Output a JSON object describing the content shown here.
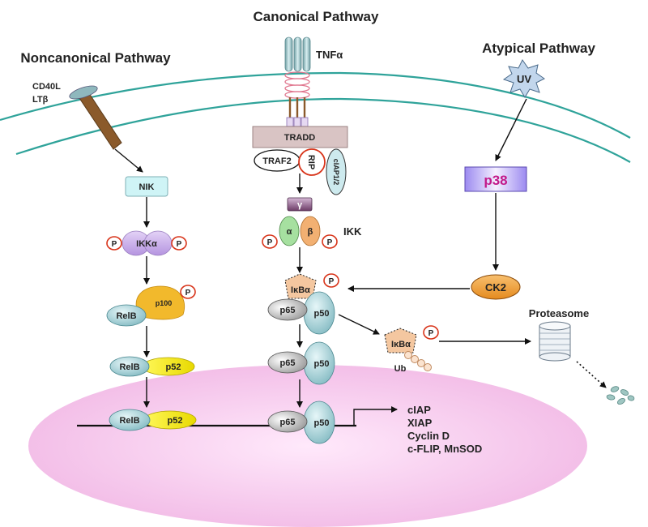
{
  "titles": {
    "canonical": "Canonical Pathway",
    "noncanonical": "Noncanonical Pathway",
    "atypical": "Atypical Pathway"
  },
  "ligands": {
    "cd40l": "CD40L",
    "ltb": "LTβ",
    "tnfa": "TNFα",
    "uv": "UV"
  },
  "proteins": {
    "tradd": "TRADD",
    "traf2": "TRAF2",
    "rip": "RIP",
    "ciap12": "cIAP1/2",
    "nik": "NIK",
    "ikka": "IKKα",
    "gamma": "γ",
    "alpha": "α",
    "beta": "β",
    "ikk": "IKK",
    "p100": "p100",
    "relb": "RelB",
    "p52": "p52",
    "ikba": "IκBα",
    "p65": "p65",
    "p50": "p50",
    "p38": "p38",
    "ck2": "CK2",
    "ub": "Ub",
    "proteasome": "Proteasome",
    "phospho": "P"
  },
  "targets": [
    "cIAP",
    "XIAP",
    "Cyclin D",
    "c-FLIP, MnSOD"
  ],
  "colors": {
    "membrane": "#2fa39a",
    "nucleus": "#f6c9ee",
    "receptor": "#a8c8c8",
    "relb": "#8fc2c8",
    "p52": "#f5ee1c",
    "p100": "#f2b92c",
    "ikka": "#c9b1e6",
    "nik": "#cff4f6",
    "p38": "#b9a8f2",
    "p38_text": "#c21a8a",
    "ck2": "#f2a640",
    "alpha": "#a6e0a0",
    "beta": "#f2b072",
    "gamma": "#7f4b78",
    "ikba": "#f4c7a0",
    "tradd": "#d9c4c4",
    "phospho": "#d8341a",
    "ligand_stem": "#8b5a2b"
  }
}
